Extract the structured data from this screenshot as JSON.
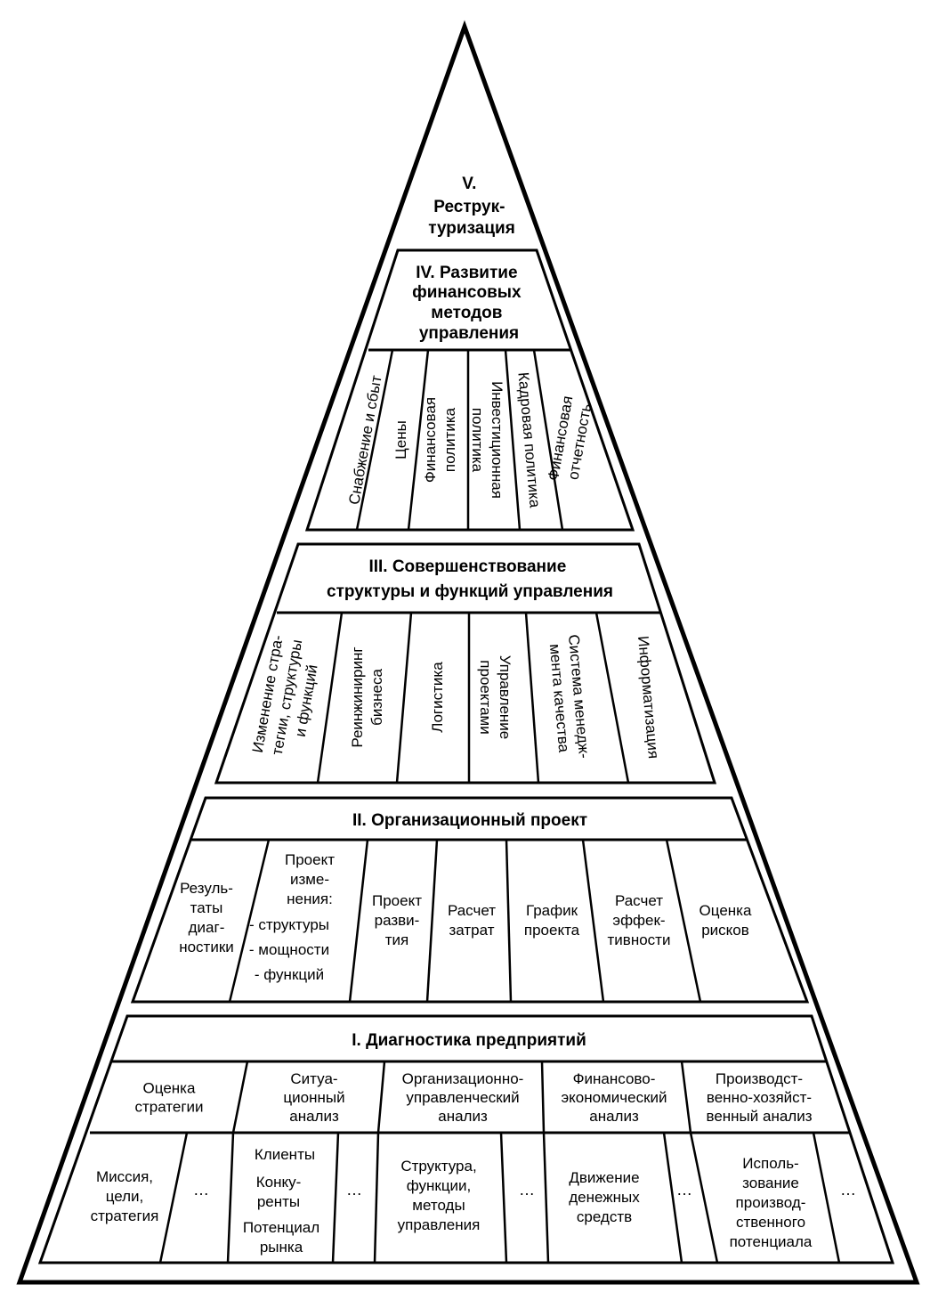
{
  "level5": {
    "title_lines": [
      "V.",
      "Реструк-",
      "туризация"
    ]
  },
  "level4": {
    "title_lines": [
      "IV. Развитие",
      "финансовых",
      "методов",
      "управления"
    ],
    "items": [
      [
        "Снабжение и сбыт"
      ],
      [
        "Цены"
      ],
      [
        "Финансовая",
        "политика"
      ],
      [
        "Инвестиционная",
        "политика"
      ],
      [
        "Кадровая политика"
      ],
      [
        "Финансовая",
        "отчетность"
      ]
    ]
  },
  "level3": {
    "title_lines": [
      "III. Совершенствование",
      "структуры и функций управления"
    ],
    "items": [
      [
        "Изменение стра-",
        "тегии, структуры",
        "и функций"
      ],
      [
        "Реинжиниринг",
        "бизнеса"
      ],
      [
        "Логистика"
      ],
      [
        "Управление",
        "проектами"
      ],
      [
        "Система менедж-",
        "мента качества"
      ],
      [
        "Информатизация"
      ]
    ]
  },
  "level2": {
    "title": "II. Организационный проект",
    "items": [
      [
        "Резуль-",
        "таты",
        "диаг-",
        "ностики"
      ],
      [
        "Проект",
        "изме-",
        "нения:"
      ],
      [
        "Проект",
        "разви-",
        "тия"
      ],
      [
        "Расчет",
        "затрат"
      ],
      [
        "График",
        "проекта"
      ],
      [
        "Расчет",
        "эффек-",
        "тивности"
      ],
      [
        "Оценка",
        "рисков"
      ]
    ],
    "change_items": [
      "- структуры",
      "- мощности",
      "- функций"
    ]
  },
  "level1": {
    "title": "I. Диагностика предприятий",
    "headers": [
      [
        "Оценка",
        "стратегии"
      ],
      [
        "Ситуа-",
        "ционный",
        "анализ"
      ],
      [
        "Организационно-",
        "управленческий",
        "анализ"
      ],
      [
        "Финансово-",
        "экономический",
        "анализ"
      ],
      [
        "Производст-",
        "венно-хозяйст-",
        "венный анализ"
      ]
    ],
    "details": {
      "strategy": [
        "Миссия,",
        "цели,",
        "стратегия"
      ],
      "situation_clients": [
        "Клиенты"
      ],
      "situation_competitors": [
        "Конку-",
        "ренты"
      ],
      "situation_market": [
        "Потенциал",
        "рынка"
      ],
      "org": [
        "Структура,",
        "функции,",
        "методы",
        "управления"
      ],
      "finance": [
        "Движение",
        "денежных",
        "средств"
      ],
      "production": [
        "Исполь-",
        "зование",
        "производ-",
        "ственного",
        "потенциала"
      ]
    },
    "ellipsis": "…"
  }
}
